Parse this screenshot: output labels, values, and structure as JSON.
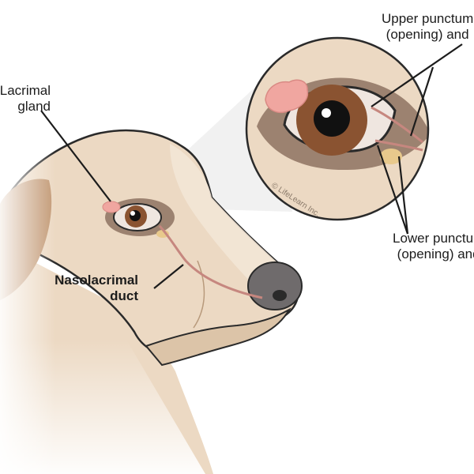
{
  "labels": {
    "lacrimal_gland": {
      "line1": "Lacrimal",
      "line2": "gland"
    },
    "nasolacrimal_duct": {
      "line1": "Nasolacrimal",
      "line2": "duct"
    },
    "upper_punctum": {
      "line1": "Upper punctum",
      "line2": "(opening) and"
    },
    "lower_punctum": {
      "line1": "Lower punctum",
      "line2": "(opening) and"
    }
  },
  "watermark": "© LifeLearn Inc.",
  "colors": {
    "fur_light": "#ecd9c3",
    "fur_shade": "#c9a888",
    "fur_dark": "#c39a76",
    "nose": "#6f6b6c",
    "iris": "#8a5331",
    "gland": "#f0a6a0",
    "duct": "#c6877f",
    "outline": "#2a2a2a"
  }
}
